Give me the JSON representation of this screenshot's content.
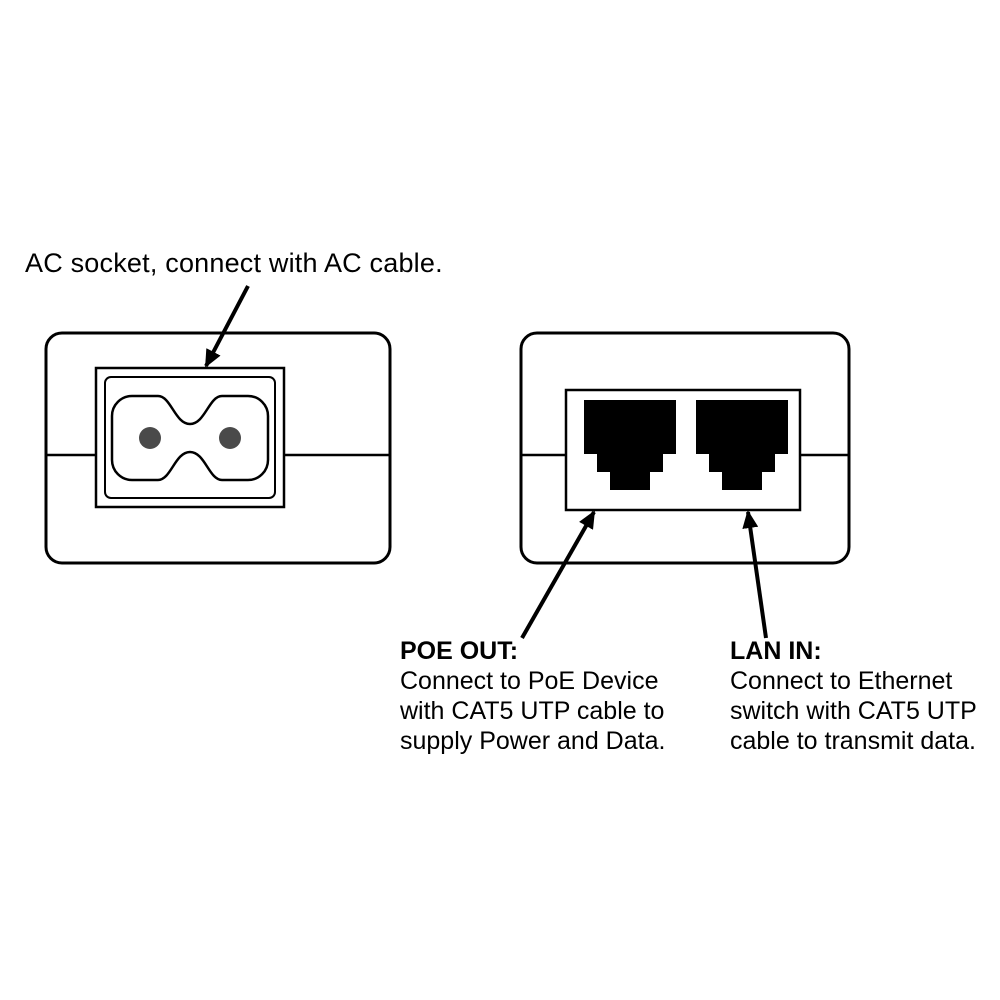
{
  "diagram": {
    "ac_annotation": "AC socket, connect with AC cable.",
    "poe_out": {
      "title": "POE OUT:",
      "lines": [
        "Connect to PoE Device",
        "with CAT5 UTP cable to",
        "supply Power and Data."
      ]
    },
    "lan_in": {
      "title": "LAN IN:",
      "lines": [
        "Connect to Ethernet",
        "switch with CAT5 UTP",
        "cable to transmit data."
      ]
    },
    "colors": {
      "background": "#ffffff",
      "outline": "#000000",
      "port_fill": "#000000",
      "pin_fill": "#4a4a4a"
    }
  }
}
